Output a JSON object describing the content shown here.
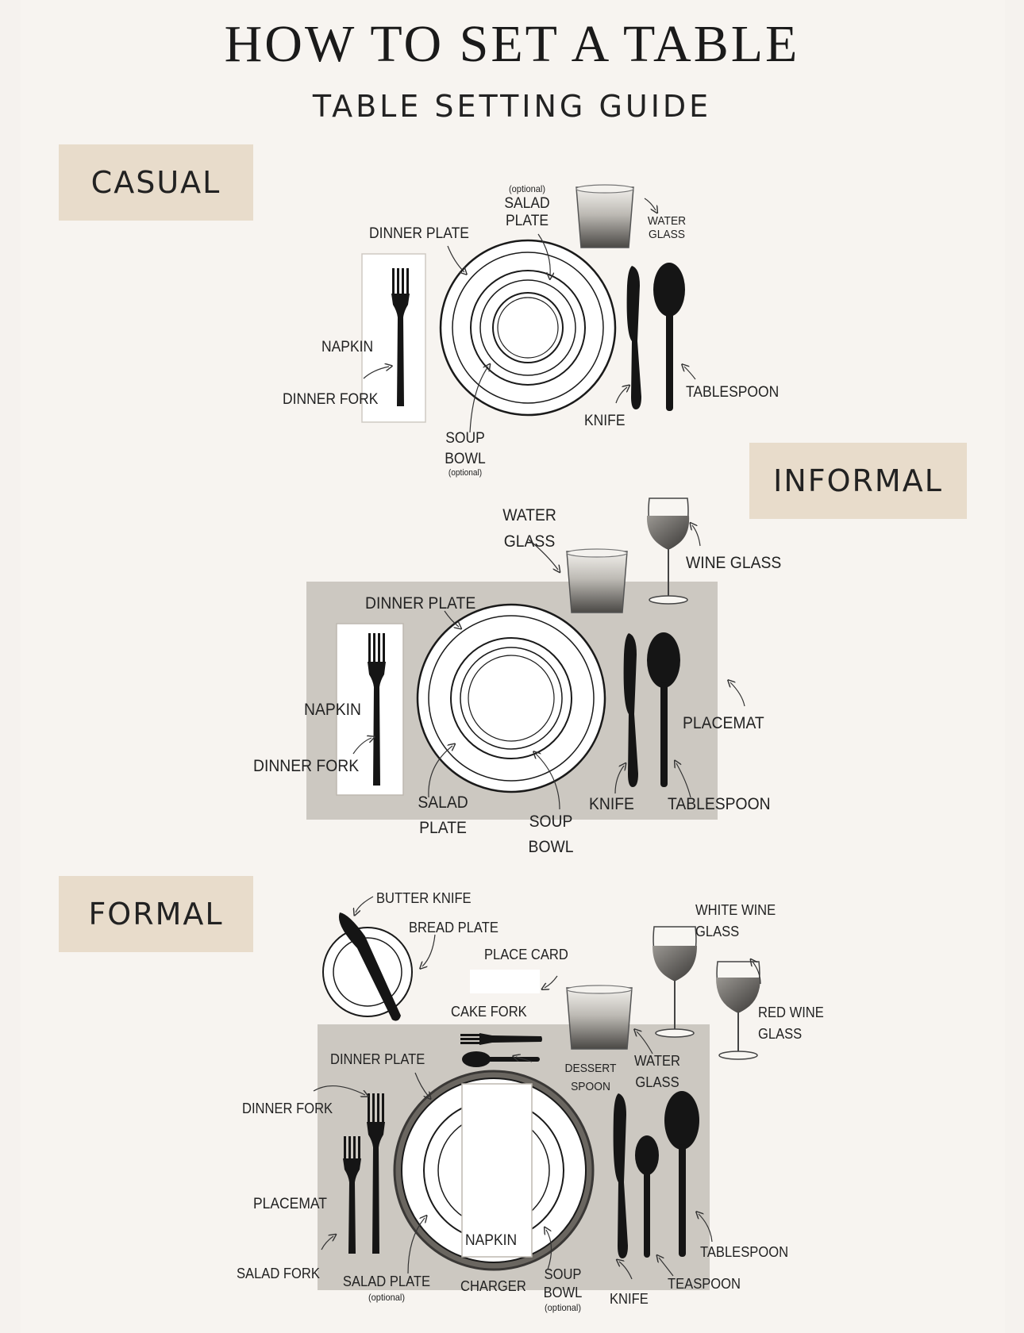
{
  "title": "HOW TO SET A TABLE",
  "subtitle": "TABLE SETTING GUIDE",
  "colors": {
    "background": "#f7f4f0",
    "badge": "#e8dccb",
    "placemat": "#ccc8c1",
    "ink": "#1e1e1e"
  },
  "casual": {
    "badge": "CASUAL",
    "salad_plate_optional": "(optional)",
    "salad_plate_line1": "SALAD",
    "salad_plate_line2": "PLATE",
    "dinner_plate": "DINNER PLATE",
    "water_glass_line1": "WATER",
    "water_glass_line2": "GLASS",
    "napkin": "NAPKIN",
    "dinner_fork": "DINNER FORK",
    "tablespoon": "TABLESPOON",
    "knife": "KNIFE",
    "soup_bowl_line1": "SOUP",
    "soup_bowl_line2": "BOWL",
    "soup_bowl_optional": "(optional)"
  },
  "informal": {
    "badge": "INFORMAL",
    "water_glass_line1": "WATER",
    "water_glass_line2": "GLASS",
    "wine_glass": "WINE GLASS",
    "dinner_plate": "DINNER PLATE",
    "napkin": "NAPKIN",
    "placemat": "PLACEMAT",
    "dinner_fork": "DINNER FORK",
    "salad_plate_line1": "SALAD",
    "salad_plate_line2": "PLATE",
    "soup_bowl_line1": "SOUP",
    "soup_bowl_line2": "BOWL",
    "knife": "KNIFE",
    "tablespoon": "TABLESPOON"
  },
  "formal": {
    "badge": "FORMAL",
    "butter_knife": "BUTTER KNIFE",
    "bread_plate": "BREAD PLATE",
    "place_card": "PLACE CARD",
    "white_wine_line1": "WHITE WINE",
    "white_wine_line2": "GLASS",
    "red_wine_line1": "RED WINE",
    "red_wine_line2": "GLASS",
    "cake_fork": "CAKE FORK",
    "dinner_plate": "DINNER PLATE",
    "dessert_spoon_line1": "DESSERT",
    "dessert_spoon_line2": "SPOON",
    "water_glass_line1": "WATER",
    "water_glass_line2": "GLASS",
    "dinner_fork": "DINNER FORK",
    "placemat": "PLACEMAT",
    "napkin": "NAPKIN",
    "salad_fork": "SALAD FORK",
    "salad_plate": "SALAD PLATE",
    "salad_plate_optional": "(optional)",
    "charger": "CHARGER",
    "soup_bowl_line1": "SOUP",
    "soup_bowl_line2": "BOWL",
    "soup_bowl_optional": "(optional)",
    "knife": "KNIFE",
    "tablespoon": "TABLESPOON",
    "teaspoon": "TEASPOON"
  }
}
